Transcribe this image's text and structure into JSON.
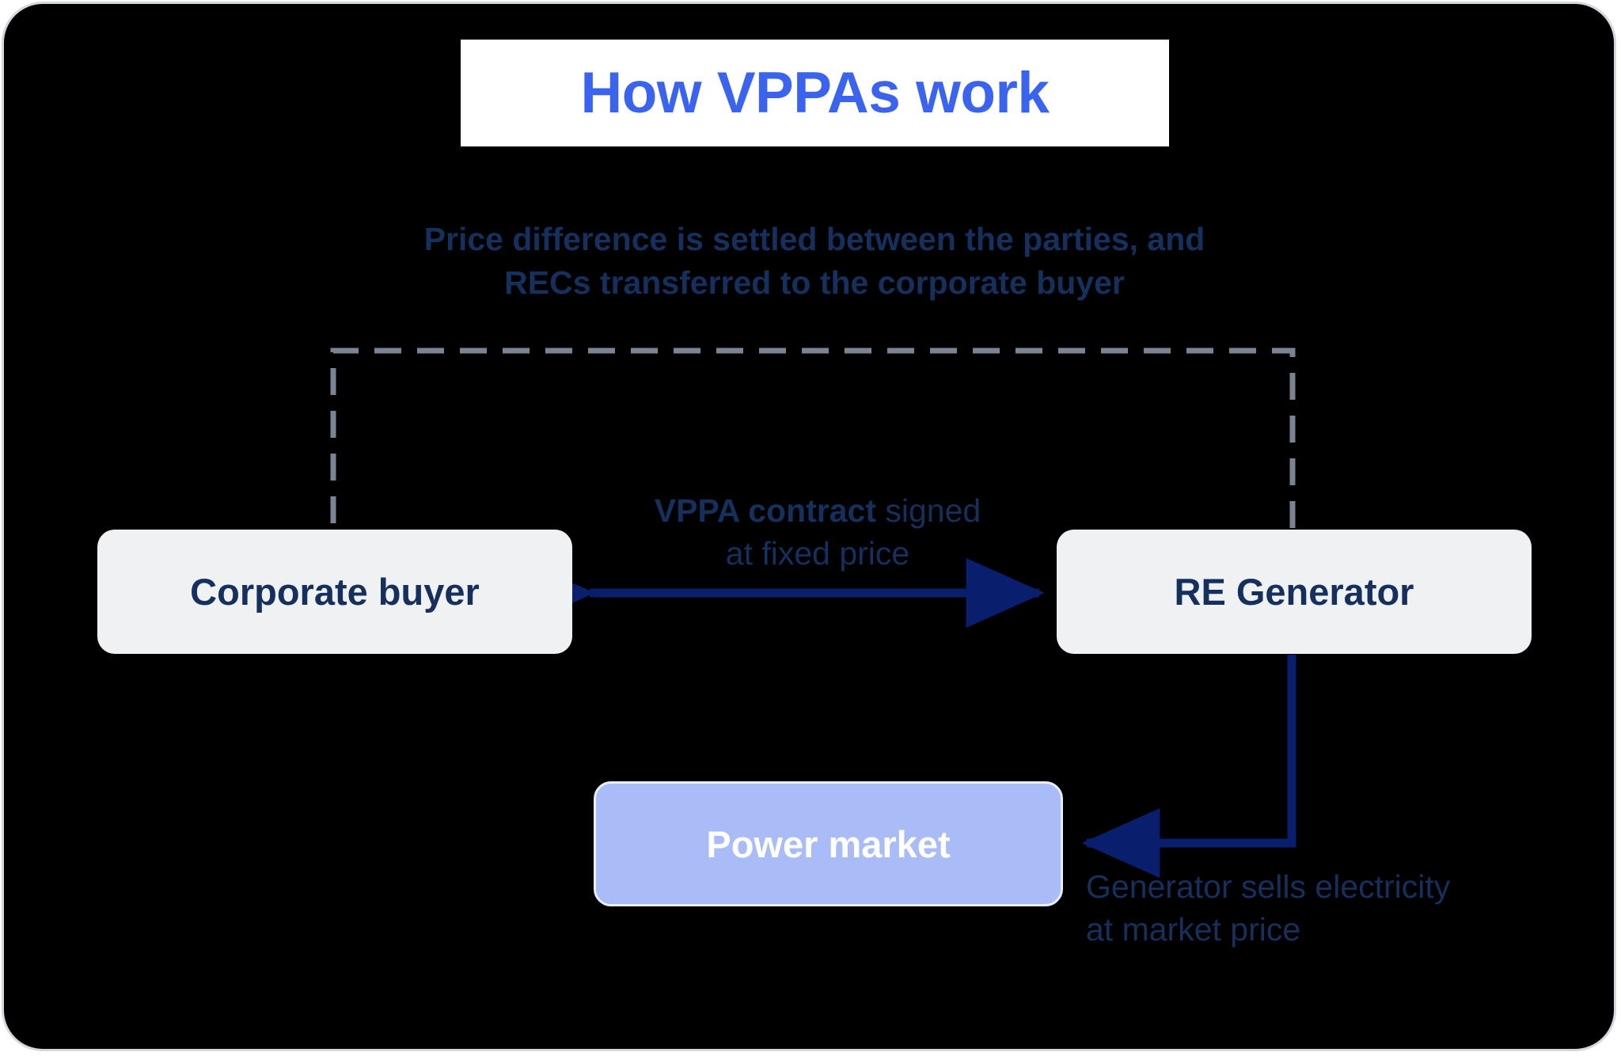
{
  "diagram": {
    "title": "How VPPAs work",
    "colors": {
      "frame_background": "#000000",
      "frame_border": "#d4d8dd",
      "title_banner_background": "#ffffff",
      "title_text": "#3a63f0",
      "body_text": "#15305c",
      "node_neutral_fill": "#f0f1f3",
      "node_market_fill": "#aabcf7",
      "node_market_text": "#ffffff",
      "arrow_solid": "#0a1e6e",
      "arrow_dashed": "#7a8494"
    },
    "subtitle": {
      "line1": "Price difference is settled between the parties, and",
      "line2": "RECs transferred to the corporate buyer"
    },
    "nodes": [
      {
        "id": "corporate-buyer",
        "label": "Corporate buyer"
      },
      {
        "id": "re-generator",
        "label": "RE Generator"
      },
      {
        "id": "power-market",
        "label": "Power market"
      }
    ],
    "edges": [
      {
        "id": "vppa-contract",
        "style": "solid-double-arrow",
        "caption_bold": "VPPA contract",
        "caption_rest": " signed",
        "caption_line2": "at fixed price"
      },
      {
        "id": "generator-to-market",
        "style": "solid-arrow",
        "caption_line1": "Generator sells electricity",
        "caption_line2": "at market price"
      },
      {
        "id": "settlement-recs",
        "style": "dashed",
        "caption": "Price difference is settled between the parties, and RECs transferred to the corporate buyer"
      }
    ]
  }
}
